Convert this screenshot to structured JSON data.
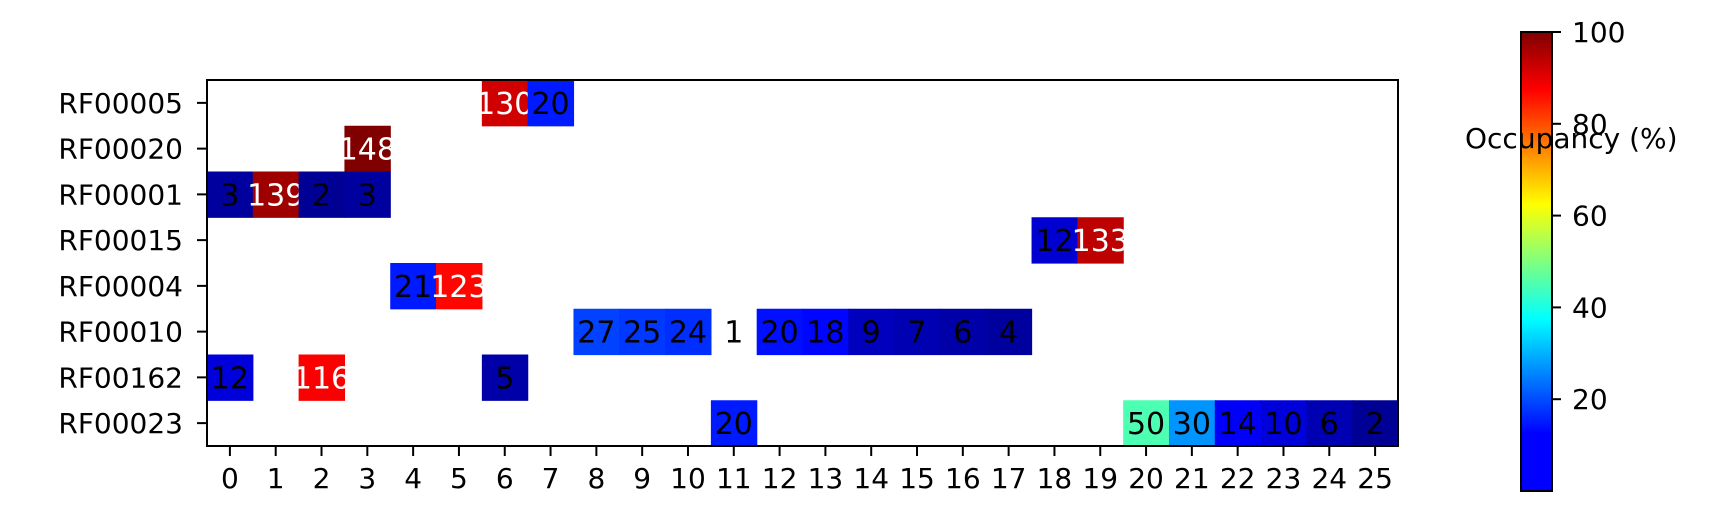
{
  "chart_data": {
    "type": "heatmap",
    "title": "",
    "xlabel": "",
    "ylabel": "",
    "x_categories": [
      "0",
      "1",
      "2",
      "3",
      "4",
      "5",
      "6",
      "7",
      "8",
      "9",
      "10",
      "11",
      "12",
      "13",
      "14",
      "15",
      "16",
      "17",
      "18",
      "19",
      "20",
      "21",
      "22",
      "23",
      "24",
      "25"
    ],
    "y_categories": [
      "RF00005",
      "RF00020",
      "RF00001",
      "RF00015",
      "RF00004",
      "RF00010",
      "RF00162",
      "RF00023"
    ],
    "cells": [
      {
        "row": "RF00005",
        "x": 6,
        "label": "130",
        "occupancy": 92
      },
      {
        "row": "RF00005",
        "x": 7,
        "label": "20",
        "occupancy": 15
      },
      {
        "row": "RF00020",
        "x": 3,
        "label": "148",
        "occupancy": 100
      },
      {
        "row": "RF00001",
        "x": 0,
        "label": "3",
        "occupancy": 3
      },
      {
        "row": "RF00001",
        "x": 1,
        "label": "139",
        "occupancy": 97
      },
      {
        "row": "RF00001",
        "x": 2,
        "label": "2",
        "occupancy": 2
      },
      {
        "row": "RF00001",
        "x": 3,
        "label": "3",
        "occupancy": 3
      },
      {
        "row": "RF00015",
        "x": 18,
        "label": "12",
        "occupancy": 8
      },
      {
        "row": "RF00015",
        "x": 19,
        "label": "133",
        "occupancy": 94
      },
      {
        "row": "RF00004",
        "x": 4,
        "label": "21",
        "occupancy": 15
      },
      {
        "row": "RF00004",
        "x": 5,
        "label": "123",
        "occupancy": 87
      },
      {
        "row": "RF00010",
        "x": 8,
        "label": "27",
        "occupancy": 19
      },
      {
        "row": "RF00010",
        "x": 9,
        "label": "25",
        "occupancy": 18
      },
      {
        "row": "RF00010",
        "x": 10,
        "label": "24",
        "occupancy": 17
      },
      {
        "row": "RF00010",
        "x": 11,
        "label": "1",
        "occupancy": 0
      },
      {
        "row": "RF00010",
        "x": 12,
        "label": "20",
        "occupancy": 14
      },
      {
        "row": "RF00010",
        "x": 13,
        "label": "18",
        "occupancy": 13
      },
      {
        "row": "RF00010",
        "x": 14,
        "label": "9",
        "occupancy": 6
      },
      {
        "row": "RF00010",
        "x": 15,
        "label": "7",
        "occupancy": 5
      },
      {
        "row": "RF00010",
        "x": 16,
        "label": "6",
        "occupancy": 4
      },
      {
        "row": "RF00010",
        "x": 17,
        "label": "4",
        "occupancy": 3
      },
      {
        "row": "RF00162",
        "x": 0,
        "label": "12",
        "occupancy": 9
      },
      {
        "row": "RF00162",
        "x": 2,
        "label": "116",
        "occupancy": 88
      },
      {
        "row": "RF00162",
        "x": 6,
        "label": "5",
        "occupancy": 4
      },
      {
        "row": "RF00023",
        "x": 11,
        "label": "20",
        "occupancy": 15
      },
      {
        "row": "RF00023",
        "x": 20,
        "label": "50",
        "occupancy": 45
      },
      {
        "row": "RF00023",
        "x": 21,
        "label": "30",
        "occupancy": 27
      },
      {
        "row": "RF00023",
        "x": 22,
        "label": "14",
        "occupancy": 12
      },
      {
        "row": "RF00023",
        "x": 23,
        "label": "10",
        "occupancy": 9
      },
      {
        "row": "RF00023",
        "x": 24,
        "label": "6",
        "occupancy": 5
      },
      {
        "row": "RF00023",
        "x": 25,
        "label": "2",
        "occupancy": 2
      }
    ],
    "colorbar": {
      "label": "Occupancy (%)",
      "colormap": "jet",
      "range": [
        0,
        100
      ],
      "ticks": [
        "20",
        "40",
        "60",
        "80",
        "100"
      ]
    },
    "grid": false
  }
}
